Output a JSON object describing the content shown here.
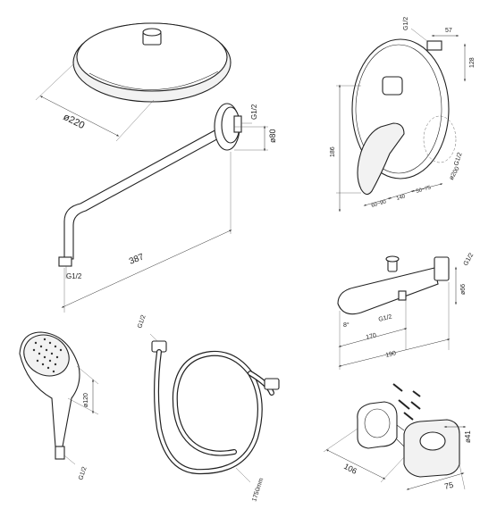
{
  "shower_head": {
    "diameter_label": "ø220"
  },
  "shower_arm": {
    "thread_top": "G1/2",
    "flange_depth": "ø80",
    "length": "387",
    "thread_bottom": "G1/2"
  },
  "mixer": {
    "thread_top": "G1/2",
    "dim_top": "57",
    "dim_right": "128",
    "height": "186",
    "dim_a": "60~90",
    "dim_b": "140",
    "dim_c": "50~75",
    "thread_side": "G1/2",
    "flange": "ø200"
  },
  "spout": {
    "thread": "G1/2",
    "height": "ø66",
    "angle": "8°",
    "inlet_thread": "G1/2",
    "length_a": "170",
    "length_b": "190"
  },
  "hand_shower": {
    "diameter": "ø120",
    "thread": "G1/2"
  },
  "hose": {
    "thread": "G1/2",
    "length": "1750mm"
  },
  "holder": {
    "diameter": "ø41",
    "width": "106",
    "depth": "75"
  }
}
